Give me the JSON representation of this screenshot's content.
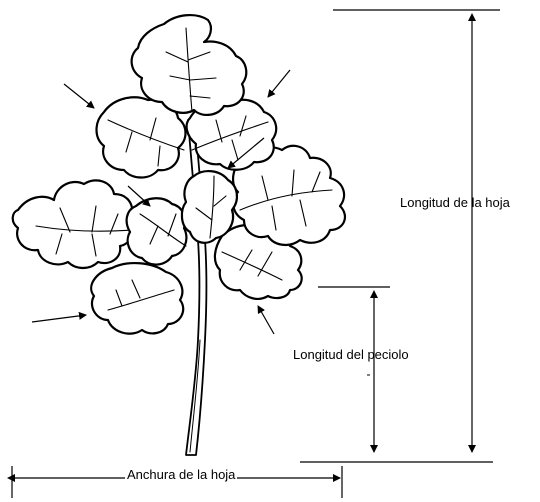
{
  "labels": {
    "leaf_length": "Longitud de la hoja",
    "petiole_length": "Longitud del peciolo",
    "leaf_width": "Anchura de la hoja"
  },
  "colors": {
    "ink": "#000000",
    "leaf_fill": "#ffffff",
    "background": "#ffffff"
  }
}
